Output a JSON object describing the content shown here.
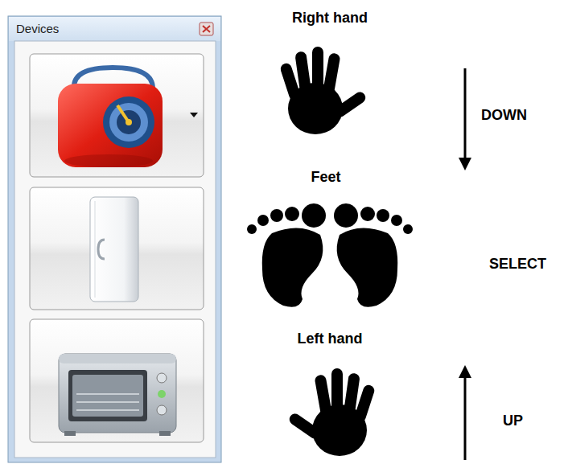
{
  "diagram": {
    "nodes": [
      {
        "text": [
          "Devices"
        ]
      }
    ],
    "labels": [
      "Right hand",
      "DOWN",
      "Feet",
      "SELECT",
      "Left hand",
      "UP"
    ]
  }
}
